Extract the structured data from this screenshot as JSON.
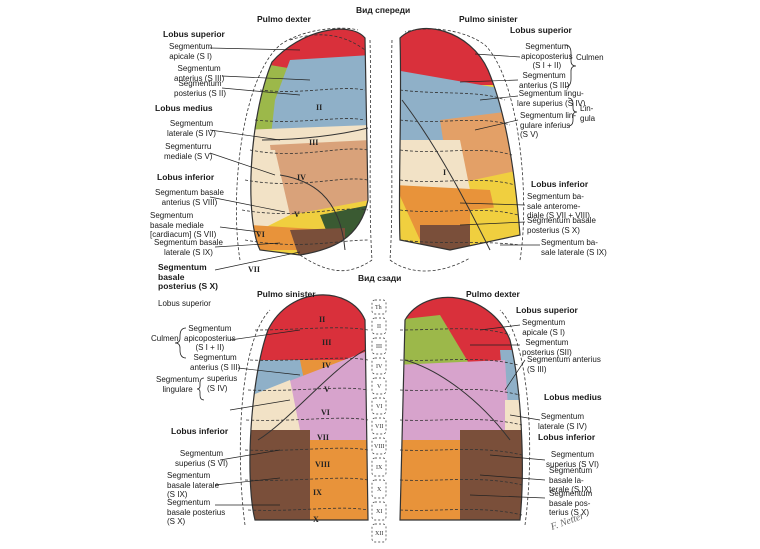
{
  "front": {
    "title": "Вид спереди",
    "right_lung_title": "Pulmo dexter",
    "left_lung_title": "Pulmo sinister",
    "right_labels": {
      "lobus_superior": "Lobus superior",
      "apicale": [
        "Segmentum",
        "apicale (S I)"
      ],
      "anterius": [
        "Segmentum",
        "anterius (S III)"
      ],
      "posterius": [
        "Segmentum",
        "posterius (S II)"
      ],
      "lobus_medius": "Lobus medius",
      "laterale": [
        "Segmentum",
        "laterale (S IV)"
      ],
      "mediale": [
        "Segmenturru",
        "mediale (S V)"
      ],
      "lobus_inferior": "Lobus inferior",
      "basale_anterius": [
        "Segmentum basale",
        "anterius (S VIII)"
      ],
      "basale_mediale": [
        "Segmentum",
        "basale mediale",
        "[cardiacum] (S VII)"
      ],
      "basale_laterale": [
        "Segmentum basale",
        "laterale (S IX)"
      ],
      "basale_posterius": [
        "Segmentum",
        "basale",
        "posterius (S X)"
      ]
    },
    "left_labels": {
      "lobus_superior": "Lobus superior",
      "apicoposterius": [
        "Segmentum",
        "apicoposterius",
        "(S I + II)"
      ],
      "culmen": "Culmen",
      "anterius": [
        "Segmentum",
        "anterius (S III)"
      ],
      "lingulare_superius": [
        "Segmentum lingu-",
        "lare superius (S IV)"
      ],
      "lingula": [
        "Lin-",
        "gula"
      ],
      "lingulare_inferius": [
        "Segmentum lin-",
        "gulare inferius",
        "(S V)"
      ],
      "lobus_inferior": "Lobus inferior",
      "anteromediale": [
        "Segmentum ba-",
        "sale anterome-",
        "diale (S VII + VIII)"
      ],
      "basale_posterius": [
        "Segmentum basale",
        "posterius (S X)"
      ],
      "basale_laterale": [
        "Segmentum ba-",
        "sale laterale (S IX)"
      ]
    },
    "segment_numerals": [
      "I",
      "II",
      "III",
      "IV",
      "V",
      "VI",
      "VII",
      "I"
    ]
  },
  "back": {
    "title": "Вид сзади",
    "left_lung_title": "Pulmo sinister",
    "right_lung_title": "Pulmo dexter",
    "left_labels": {
      "lobus_superior": "Lobus superior",
      "culmen": "Culmen",
      "apicoposterius": [
        "Segmentum",
        "apicoposterius",
        "(S I + II)"
      ],
      "anterius": [
        "Segmentum",
        "anterius (S III)"
      ],
      "lingulare": [
        "Segmentum",
        "lingulare"
      ],
      "superius": [
        "superius",
        "(S IV)"
      ],
      "lobus_inferior": "Lobus inferior",
      "superius_vi": [
        "Segmentum",
        "superius (S VI)"
      ],
      "basale_laterale": [
        "Segmentum",
        "basale laterale",
        "(S IX)"
      ],
      "basale_posterius": [
        "Segmentum",
        "basale posterius",
        "(S X)"
      ]
    },
    "right_labels": {
      "lobus_superior": "Lobus superior",
      "apicale": [
        "Segmentum",
        "apicale (S I)"
      ],
      "posterius": [
        "Segmentum",
        "posterius (SII)"
      ],
      "anterius": [
        "Segmentum anterius",
        "(S III)"
      ],
      "lobus_medius": "Lobus medius",
      "laterale": [
        "Segmentum",
        "laterale (S IV)"
      ],
      "lobus_inferior": "Lobus inferior",
      "superius_vi": [
        "Segmentum",
        "superius (S VI)"
      ],
      "basale_laterale": [
        "Segmentum",
        "basale la-",
        "terale (S IX)"
      ],
      "basale_posterius": [
        "Segmentum",
        "basale pos-",
        "terius (S X)"
      ]
    },
    "segment_numerals": [
      "II",
      "III",
      "IV",
      "V",
      "VI",
      "VII",
      "VIII",
      "IX",
      "X"
    ],
    "vertebra_labels": [
      "Th",
      "II",
      "III",
      "IV",
      "V",
      "VI",
      "VII",
      "VIII",
      "IX",
      "X",
      "XI",
      "XII"
    ]
  },
  "signature": "F. Netter",
  "colors": {
    "apicale": "#d9303b",
    "posterius": "#9cb84a",
    "anterius": "#8fb0c8",
    "medius": "#f2e2c6",
    "laterale_iv": "#d9a27a",
    "basale_ant": "#f0cf3f",
    "basale_med": "#3a5a32",
    "basale_lat": "#e8933a",
    "basale_post": "#7a4f3a",
    "superius_vi": "#d7a3cc",
    "lingula": "#e3a067",
    "outline": "#333333"
  }
}
